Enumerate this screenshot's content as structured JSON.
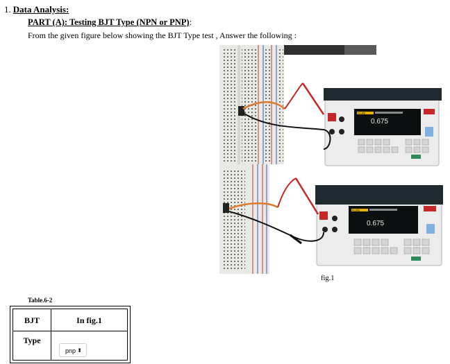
{
  "heading": {
    "number": "1.",
    "title": "Data Analysis:"
  },
  "part": {
    "label": "PART (A): Testing BJT Type (NPN or PNP)",
    "suffix": ":"
  },
  "instruction": "From the given figure below showing the BJT Type test , Answer the following :",
  "figure": {
    "caption": "fig.1",
    "meter1_reading": "0.675",
    "meter2_reading": "0.675",
    "meter_brand": "FLUKE",
    "colors": {
      "lead_red": "#c62828",
      "wire_orange": "#e07a2b",
      "display_text": "#e8e8e8",
      "meter_body": "#ececec"
    }
  },
  "table": {
    "caption": "Table.6-2",
    "col1_header": "BJT",
    "col2_header": "In fig.1",
    "row_label": "Type",
    "select_value": "pnp",
    "select_arrow": "⬍"
  }
}
